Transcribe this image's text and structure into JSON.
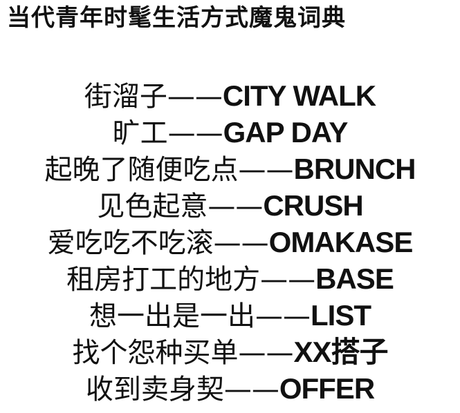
{
  "title": "当代青年时髦生活方式魔鬼词典",
  "separator": "——",
  "entries": [
    {
      "zh": "街溜子",
      "en": "CITY WALK"
    },
    {
      "zh": "旷工",
      "en": "GAP DAY"
    },
    {
      "zh": "起晚了随便吃点",
      "en": "BRUNCH"
    },
    {
      "zh": "见色起意",
      "en": "CRUSH"
    },
    {
      "zh": "爱吃吃不吃滚",
      "en": "OMAKASE"
    },
    {
      "zh": "租房打工的地方",
      "en": "BASE"
    },
    {
      "zh": "想一出是一出",
      "en": "LIST"
    },
    {
      "zh": "找个怨种买单",
      "en": "XX搭子"
    },
    {
      "zh": "收到卖身契",
      "en": "OFFER"
    }
  ]
}
